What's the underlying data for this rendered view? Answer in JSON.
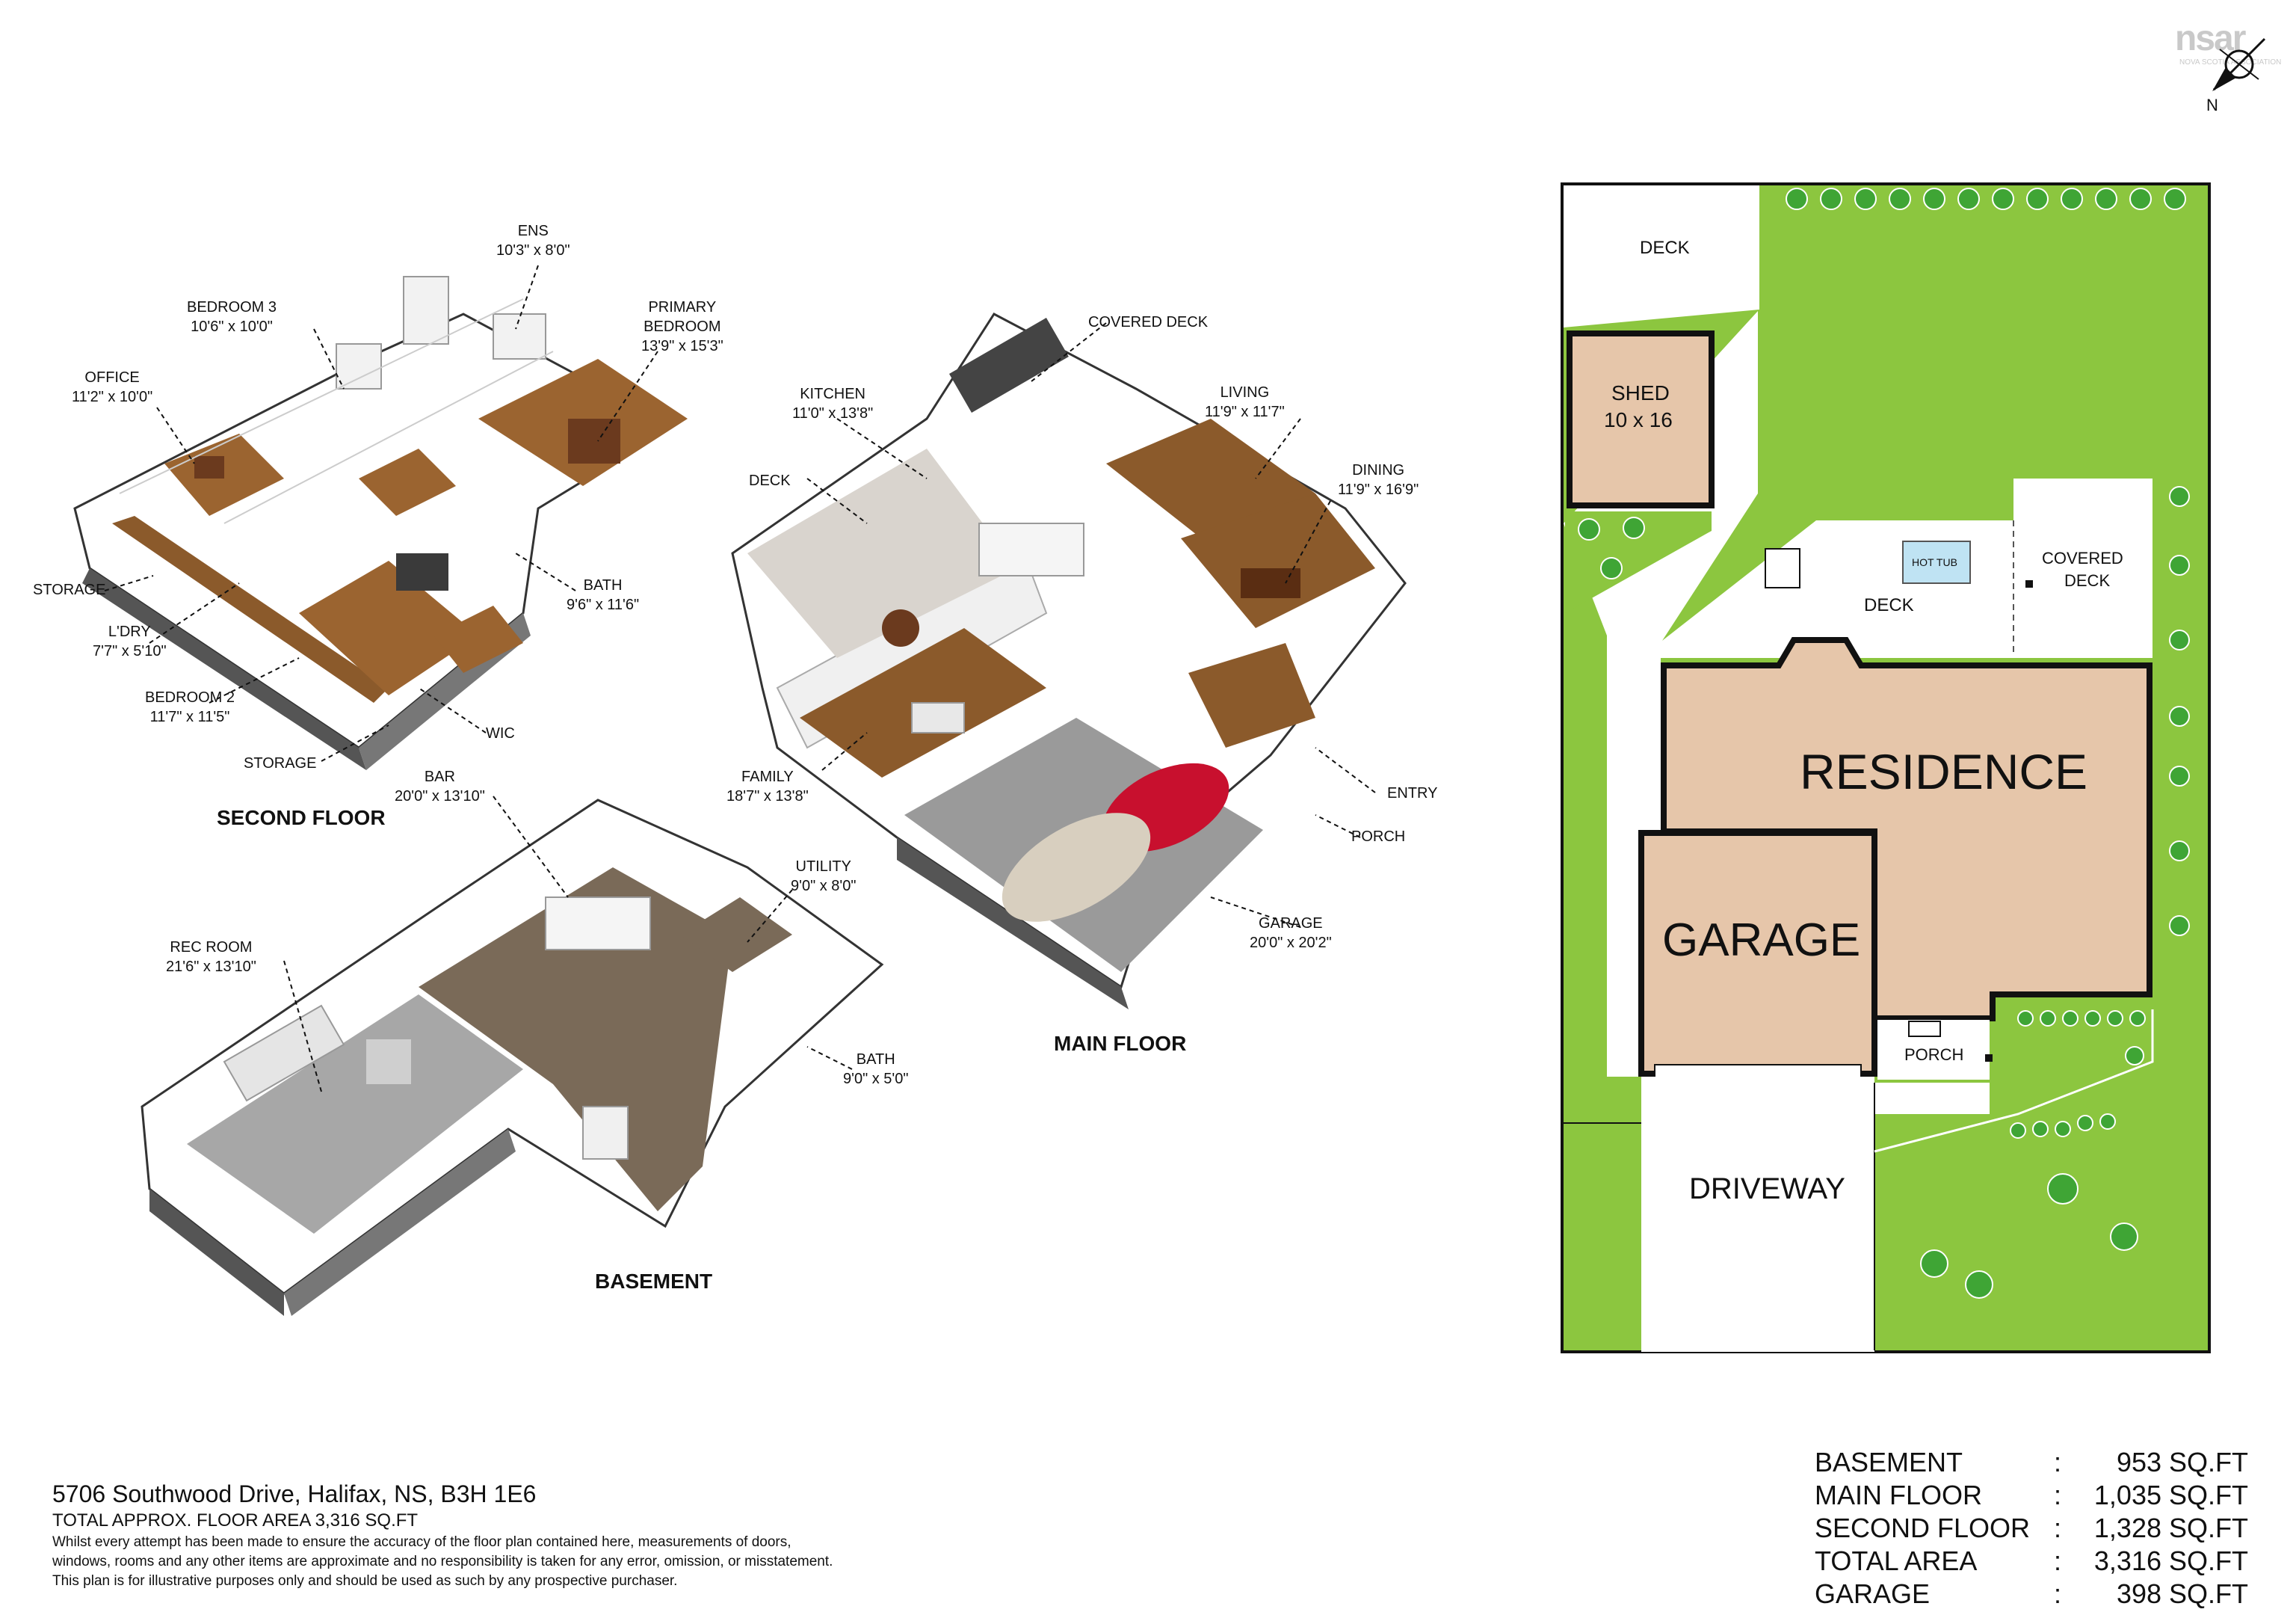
{
  "brand": {
    "logo": "nsar",
    "logo_sub": "NOVA SCOTIA ASSOCIATION"
  },
  "compass": {
    "label": "N"
  },
  "floors": {
    "second": "SECOND FLOOR",
    "main": "MAIN FLOOR",
    "basement": "BASEMENT"
  },
  "rooms": {
    "ens": {
      "name": "ENS",
      "dim": "10'3\" x 8'0\""
    },
    "bedroom3": {
      "name": "BEDROOM 3",
      "dim": "10'6\" x 10'0\""
    },
    "primary": {
      "name": "PRIMARY",
      "name2": "BEDROOM",
      "dim": "13'9\" x 15'3\""
    },
    "office": {
      "name": "OFFICE",
      "dim": "11'2\" x 10'0\""
    },
    "storage_a": {
      "name": "STORAGE"
    },
    "laundry": {
      "name": "L'DRY",
      "dim": "7'7\" x 5'10\""
    },
    "bath2": {
      "name": "BATH",
      "dim": "9'6\" x 11'6\""
    },
    "bedroom2": {
      "name": "BEDROOM 2",
      "dim": "11'7\" x 11'5\""
    },
    "wic": {
      "name": "WIC"
    },
    "storage_b": {
      "name": "STORAGE"
    },
    "covered_deck": {
      "name": "COVERED DECK"
    },
    "kitchen": {
      "name": "KITCHEN",
      "dim": "11'0\" x 13'8\""
    },
    "living": {
      "name": "LIVING",
      "dim": "11'9\" x 11'7\""
    },
    "deck": {
      "name": "DECK"
    },
    "dining": {
      "name": "DINING",
      "dim": "11'9\" x 16'9\""
    },
    "family": {
      "name": "FAMILY",
      "dim": "18'7\" x 13'8\""
    },
    "entry": {
      "name": "ENTRY"
    },
    "porch": {
      "name": "PORCH"
    },
    "garage": {
      "name": "GARAGE",
      "dim": "20'0\" x 20'2\""
    },
    "bar": {
      "name": "BAR",
      "dim": "20'0\" x 13'10\""
    },
    "utility": {
      "name": "UTILITY",
      "dim": "9'0\" x 8'0\""
    },
    "rec_room": {
      "name": "REC ROOM",
      "dim": "21'6\" x 13'10\""
    },
    "bath_b": {
      "name": "BATH",
      "dim": "9'0\" x 5'0\""
    }
  },
  "site": {
    "deck_top": "DECK",
    "shed": "SHED",
    "shed_dim": "10 x 16",
    "hot_tub": "HOT TUB",
    "covered": "COVERED",
    "covered2": "DECK",
    "deck": "DECK",
    "residence": "RESIDENCE",
    "garage": "GARAGE",
    "porch": "PORCH",
    "driveway": "DRIVEWAY",
    "colors": {
      "grass": "#8cc63f",
      "building": "#e6c6aa",
      "shed": "#e6c6aa",
      "tree": "#3fa535",
      "hot_tub": "#bfe3f3"
    }
  },
  "footer": {
    "address": "5706 Southwood Drive, Halifax, NS, B3H 1E6",
    "total": "TOTAL APPROX. FLOOR AREA 3,316 SQ.FT",
    "disclaimer1": "Whilst every attempt has been made to ensure the accuracy of the floor plan contained here, measurements of doors,",
    "disclaimer2": "windows, rooms and any other items are approximate and no responsibility is taken for any error, omission, or misstatement.",
    "disclaimer3": "This plan is for illustrative purposes only and should be used as such by any prospective purchaser."
  },
  "areas": [
    {
      "name": "BASEMENT",
      "sep": ":",
      "value": "953 SQ.FT"
    },
    {
      "name": "MAIN FLOOR",
      "sep": ":",
      "value": "1,035 SQ.FT"
    },
    {
      "name": "SECOND FLOOR",
      "sep": ":",
      "value": "1,328 SQ.FT"
    },
    {
      "name": "TOTAL AREA",
      "sep": ":",
      "value": "3,316 SQ.FT"
    },
    {
      "name": "GARAGE",
      "sep": ":",
      "value": "398 SQ.FT"
    }
  ]
}
